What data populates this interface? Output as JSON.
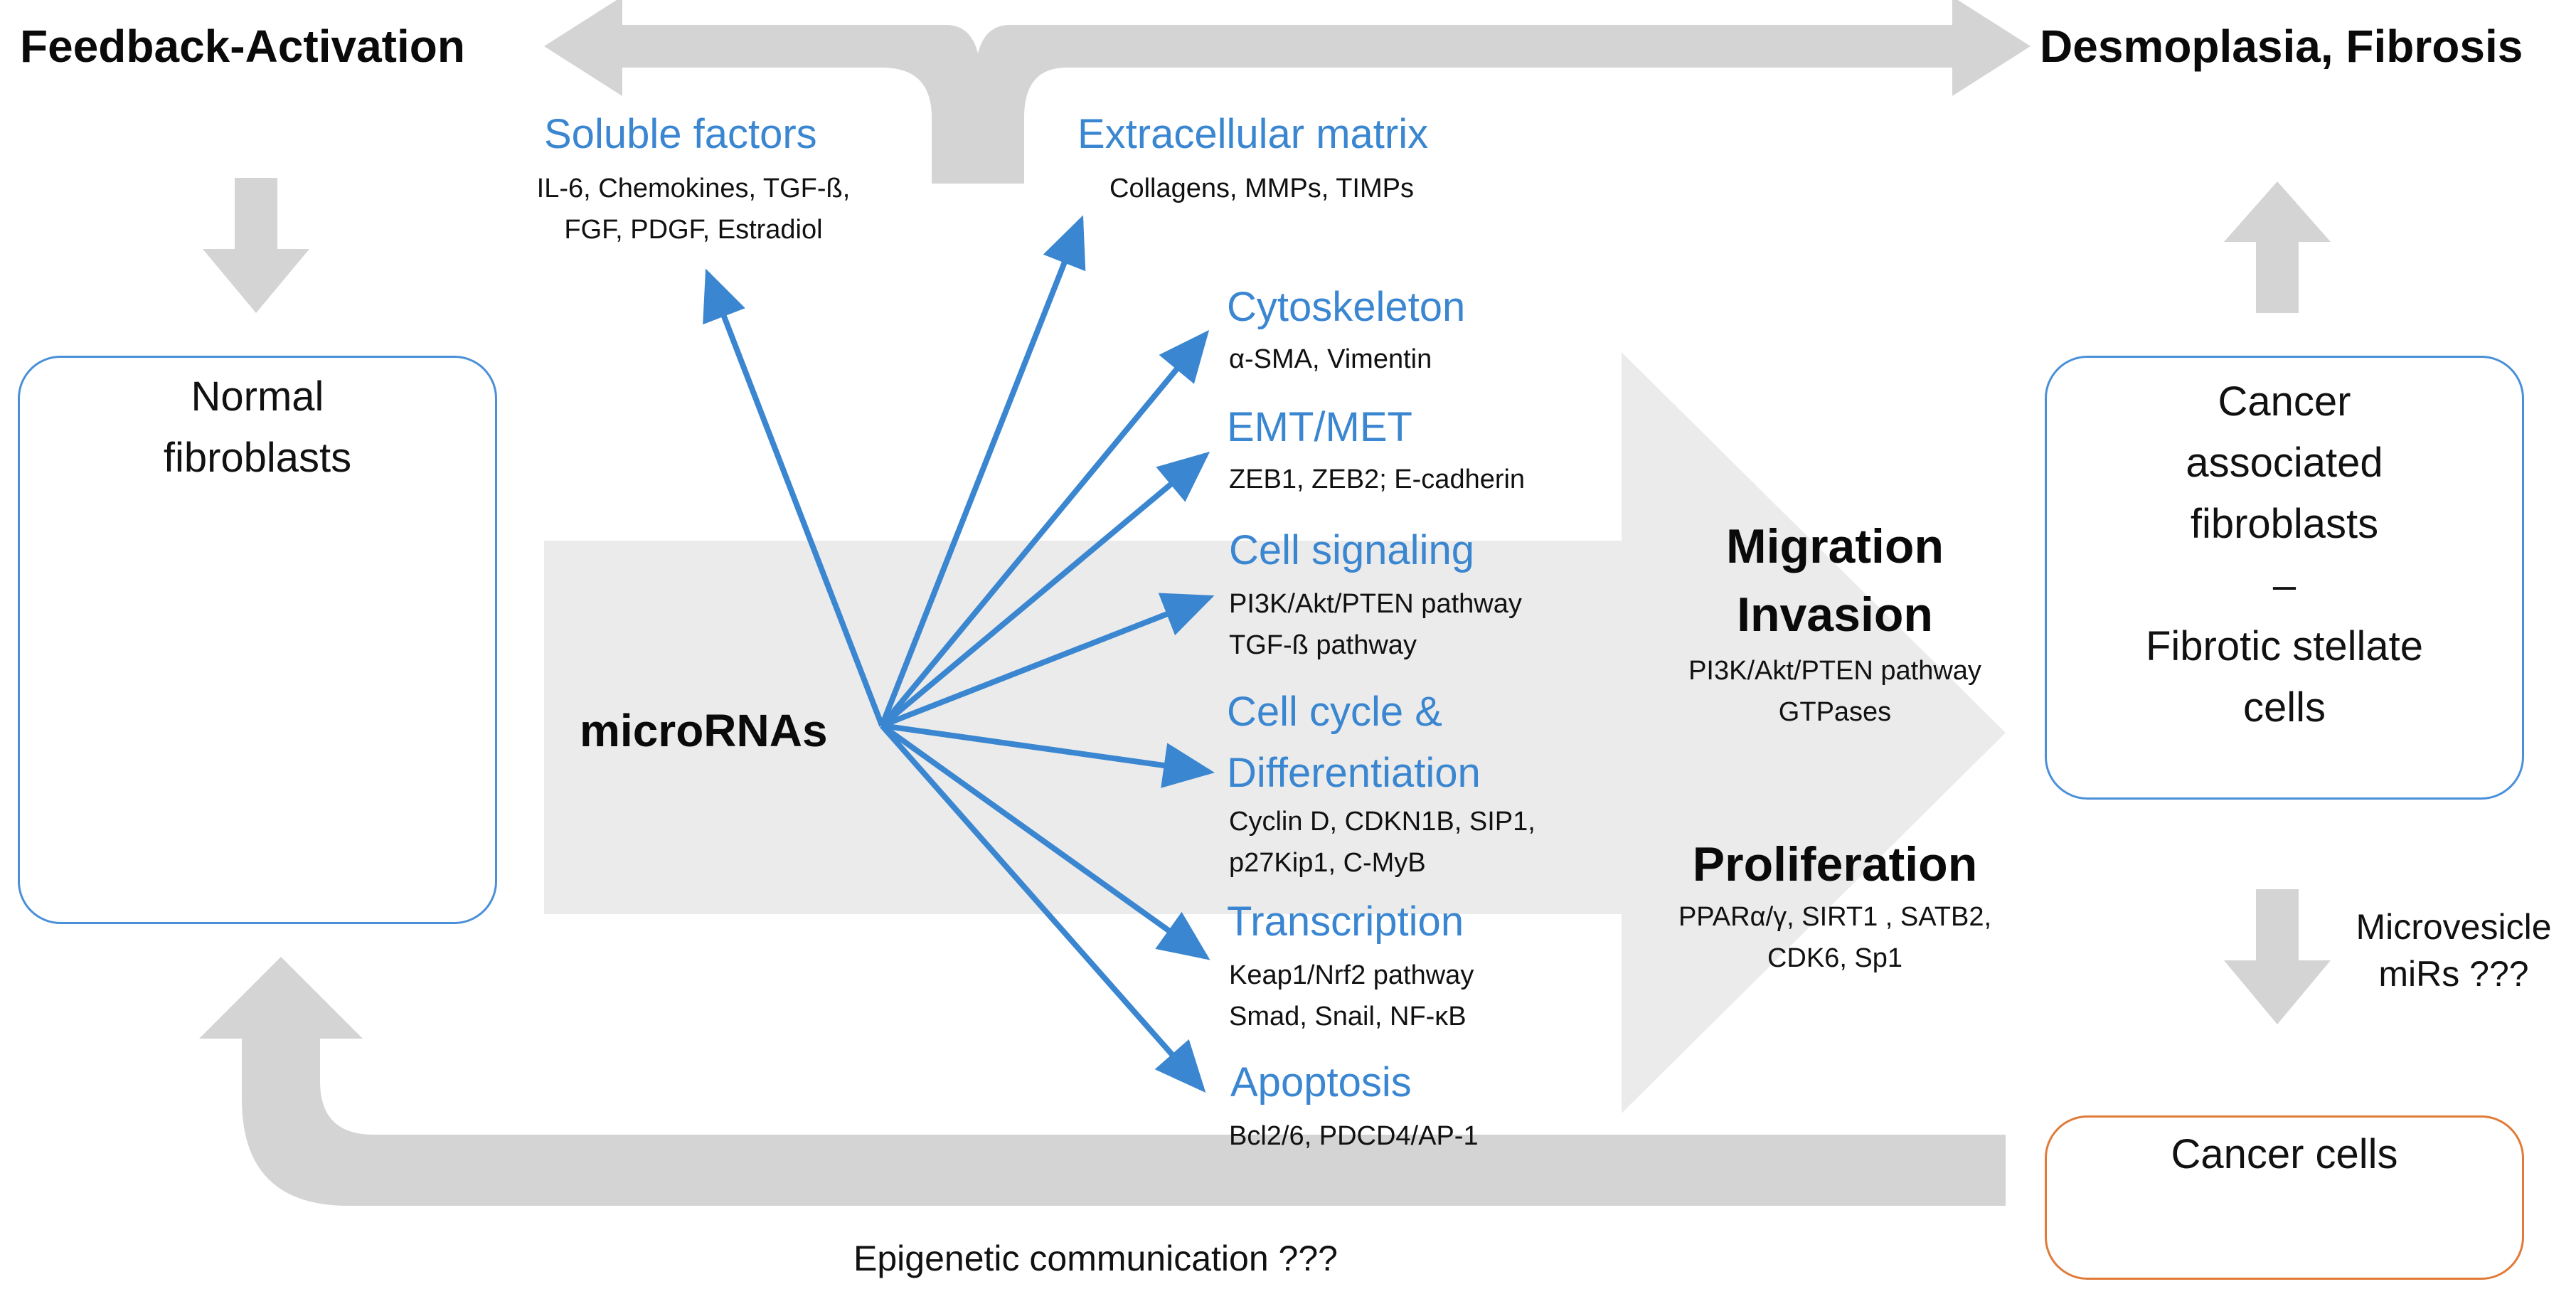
{
  "top": {
    "feedback_activation": "Feedback-Activation",
    "desmoplasia_fibrosis": "Desmoplasia, Fibrosis"
  },
  "categories": {
    "soluble_factors": {
      "title": "Soluble factors",
      "line1": "IL-6, Chemokines, TGF-ß,",
      "line2": "FGF, PDGF, Estradiol"
    },
    "extracellular_matrix": {
      "title": "Extracellular matrix",
      "line1": "Collagens, MMPs, TIMPs"
    },
    "cytoskeleton": {
      "title": "Cytoskeleton",
      "line1": "α-SMA, Vimentin"
    },
    "emt_met": {
      "title": "EMT/MET",
      "line1": "ZEB1, ZEB2; E-cadherin"
    },
    "cell_signaling": {
      "title": "Cell signaling",
      "line1": "PI3K/Akt/PTEN pathway",
      "line2": "TGF-ß pathway"
    },
    "cell_cycle": {
      "title1": "Cell cycle &",
      "title2": "Differentiation",
      "line1": "Cyclin D, CDKN1B, SIP1,",
      "line2": "p27Kip1, C-MyB"
    },
    "transcription": {
      "title": "Transcription",
      "line1": "Keap1/Nrf2 pathway",
      "line2": "Smad, Snail, NF-κB"
    },
    "apoptosis": {
      "title": "Apoptosis",
      "line1": "Bcl2/6, PDCD4/AP-1"
    }
  },
  "center": {
    "label": "microRNAs"
  },
  "outcomes": {
    "migration_line1": "Migration",
    "migration_line2": "Invasion",
    "migration_sub1": "PI3K/Akt/PTEN pathway",
    "migration_sub2": "GTPases",
    "proliferation": "Proliferation",
    "proliferation_sub1": "PPARα/γ, SIRT1 , SATB2,",
    "proliferation_sub2": "CDK6, Sp1"
  },
  "boxes": {
    "normal_line1": "Normal",
    "normal_line2": "fibroblasts",
    "caf_line1": "Cancer",
    "caf_line2": "associated",
    "caf_line3": "fibroblasts",
    "caf_line4": "–",
    "caf_line5": "Fibrotic stellate",
    "caf_line6": "cells",
    "cancer_cells": "Cancer cells"
  },
  "side": {
    "microvesicle_line1": "Microvesicle",
    "microvesicle_line2": "miRs ???"
  },
  "bottom": {
    "epigenetic": "Epigenetic communication ???"
  },
  "colors": {
    "accent_blue": "#3a86d0",
    "arrow_gray": "#d4d4d4",
    "band_gray": "#ebebeb",
    "normal_box_border": "#4a90d9",
    "cancer_box_border": "#e07b39"
  }
}
